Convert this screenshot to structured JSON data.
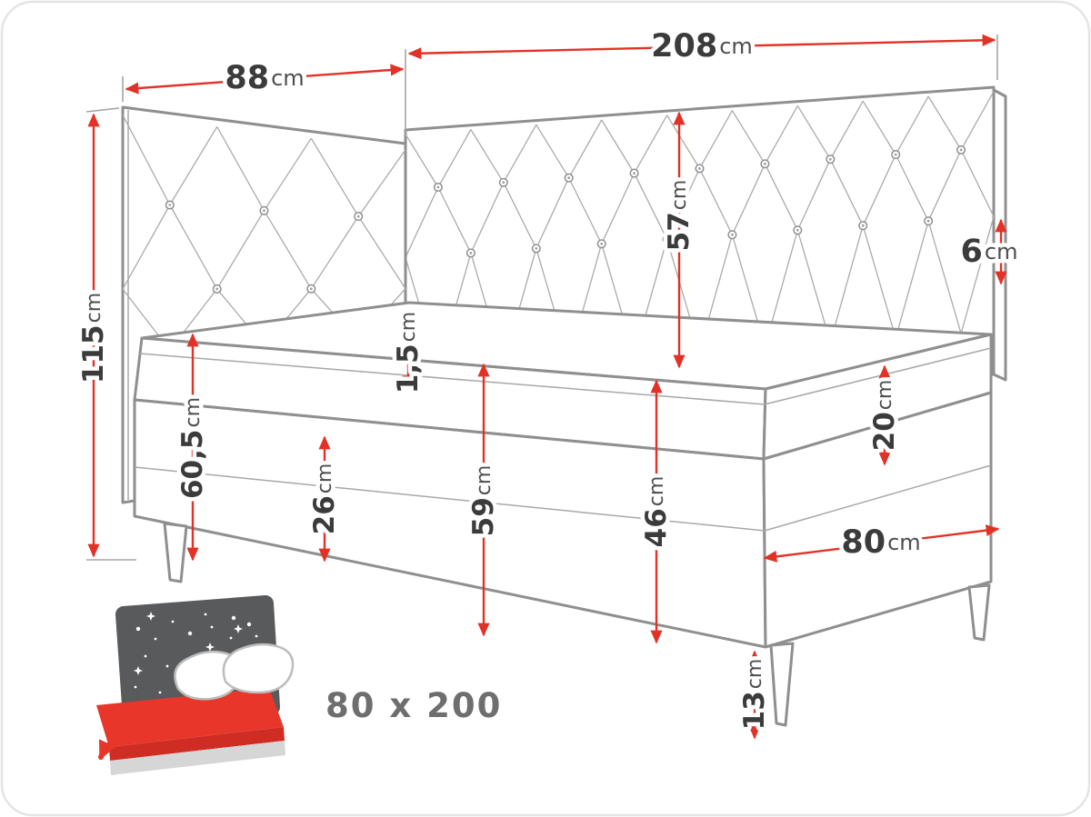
{
  "dimensions": {
    "d88": {
      "value": "88",
      "unit": "cm"
    },
    "d208": {
      "value": "208",
      "unit": "cm"
    },
    "d115": {
      "value": "115",
      "unit": "cm"
    },
    "d57": {
      "value": "57",
      "unit": "cm"
    },
    "d6": {
      "value": "6",
      "unit": "cm"
    },
    "d1_5": {
      "value": "1,5",
      "unit": "cm"
    },
    "d20": {
      "value": "20",
      "unit": "cm"
    },
    "d60_5": {
      "value": "60,5",
      "unit": "cm"
    },
    "d26": {
      "value": "26",
      "unit": "cm"
    },
    "d59": {
      "value": "59",
      "unit": "cm"
    },
    "d46": {
      "value": "46",
      "unit": "cm"
    },
    "d80": {
      "value": "80",
      "unit": "cm"
    },
    "d13": {
      "value": "13",
      "unit": "cm"
    }
  },
  "icon": {
    "size_label": "80 x 200"
  },
  "colors": {
    "dimension_red": "#e23227",
    "outline_gray": "#8f8f8f",
    "text_dark": "#3b3b3b",
    "icon_red": "#e8362b",
    "icon_headboard": "#595a5c"
  }
}
